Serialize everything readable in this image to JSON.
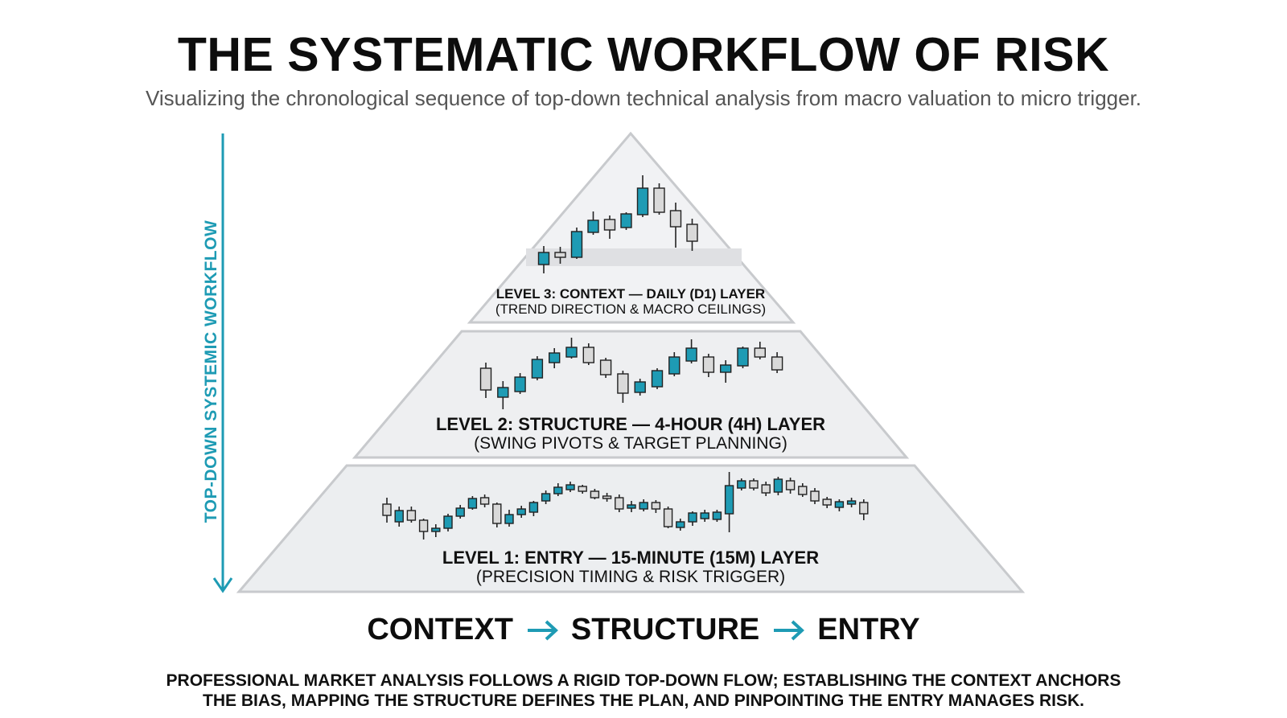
{
  "title": "THE SYSTEMATIC WORKFLOW OF RISK",
  "subtitle": "Visualizing the chronological sequence of top-down technical analysis from macro valuation to micro trigger.",
  "flow_arrow_label": "TOP-DOWN SYSTEMIC WORKFLOW",
  "colors": {
    "accent": "#1e9bb4",
    "bull_fill": "#1e9bb4",
    "bear_fill": "#d9d9d9",
    "layer_fill": "#eeeff1",
    "layer_stroke": "#c8cacd"
  },
  "levels": [
    {
      "title": "LEVEL 3: CONTEXT — DAILY (D1) LAYER",
      "subtitle": "(TREND DIRECTION & MACRO CEILINGS)"
    },
    {
      "title": "LEVEL 2: STRUCTURE — 4-HOUR (4H) LAYER",
      "subtitle": "(SWING PIVOTS & TARGET PLANNING)"
    },
    {
      "title": "LEVEL 1: ENTRY — 15-MINUTE (15M) LAYER",
      "subtitle": "(PRECISION TIMING & RISK TRIGGER)"
    }
  ],
  "sequence": [
    "CONTEXT",
    "STRUCTURE",
    "ENTRY"
  ],
  "summary_lines": [
    "PROFESSIONAL MARKET ANALYSIS FOLLOWS A RIGID TOP-DOWN FLOW; ESTABLISHING THE CONTEXT ANCHORS",
    "THE BIAS, MAPPING THE STRUCTURE DEFINES THE PLAN, AND PINPOINTING THE ENTRY MANAGES RISK."
  ]
}
